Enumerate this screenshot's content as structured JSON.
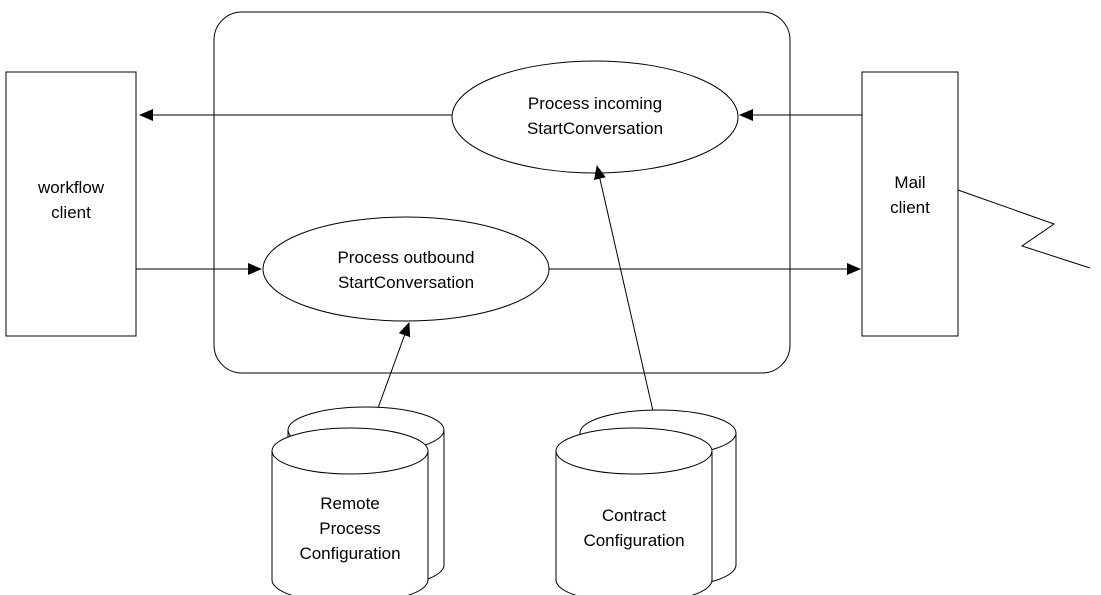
{
  "labels": {
    "workflow_client_line1": "workflow",
    "workflow_client_line2": "client",
    "mail_client_line1": "Mail",
    "mail_client_line2": "client",
    "process_incoming_line1": "Process incoming",
    "process_incoming_line2": "StartConversation",
    "process_outbound_line1": "Process outbound",
    "process_outbound_line2": "StartConversation",
    "remote_config_line1": "Remote",
    "remote_config_line2": "Process",
    "remote_config_line3": "Configuration",
    "contract_config_line1": "Contract",
    "contract_config_line2": "Configuration"
  },
  "colors": {
    "stroke": "#000000",
    "fill": "#ffffff"
  }
}
